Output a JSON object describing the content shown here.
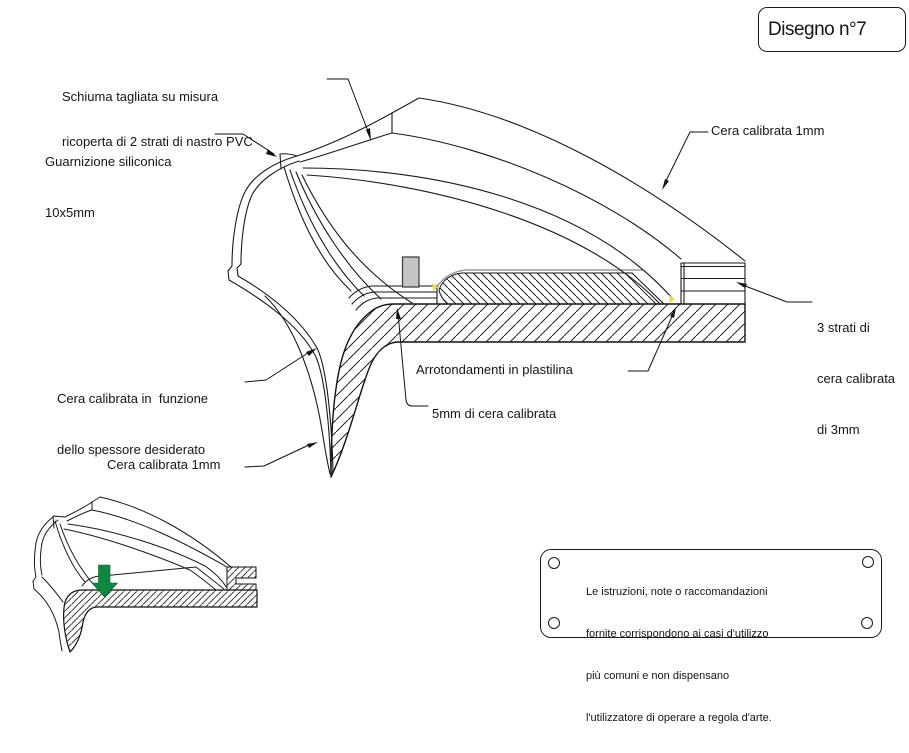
{
  "title_box": {
    "label": "Disegno n°7"
  },
  "labels": {
    "schiuma": {
      "line1": "Schiuma tagliata su misura",
      "line2": "ricoperta di 2 strati di nastro PVC"
    },
    "guarnizione": {
      "line1": "Guarnizione siliconica",
      "line2": "10x5mm"
    },
    "cera_top": {
      "text": "Cera calibrata 1mm"
    },
    "tre_strati": {
      "line1": "3 strati di",
      "line2": "cera calibrata",
      "line3": "di 3mm"
    },
    "arrotondamenti": {
      "text": "Arrotondamenti in plastilina"
    },
    "cinque_mm": {
      "text": "5mm di cera calibrata"
    },
    "cera_funzione": {
      "line1": "Cera calibrata in  funzione",
      "line2": "dello spessore desiderato"
    },
    "cera_bottom": {
      "text": "Cera calibrata 1mm"
    }
  },
  "note_plate": {
    "line1": "Le istruzioni, note o raccomandazioni",
    "line2": "fornite corrispondono ai casi d'utilizzo",
    "line3": "più comuni e non dispensano",
    "line4": "l'utilizzatore di operare a regola d'arte."
  },
  "colors": {
    "line": "#1a1a1a",
    "gray_block": "#c4c4c4",
    "green_arrow": "#0b8a3f",
    "yellow_mark": "#ead94e",
    "gray_guide": "#9a9a9a"
  }
}
